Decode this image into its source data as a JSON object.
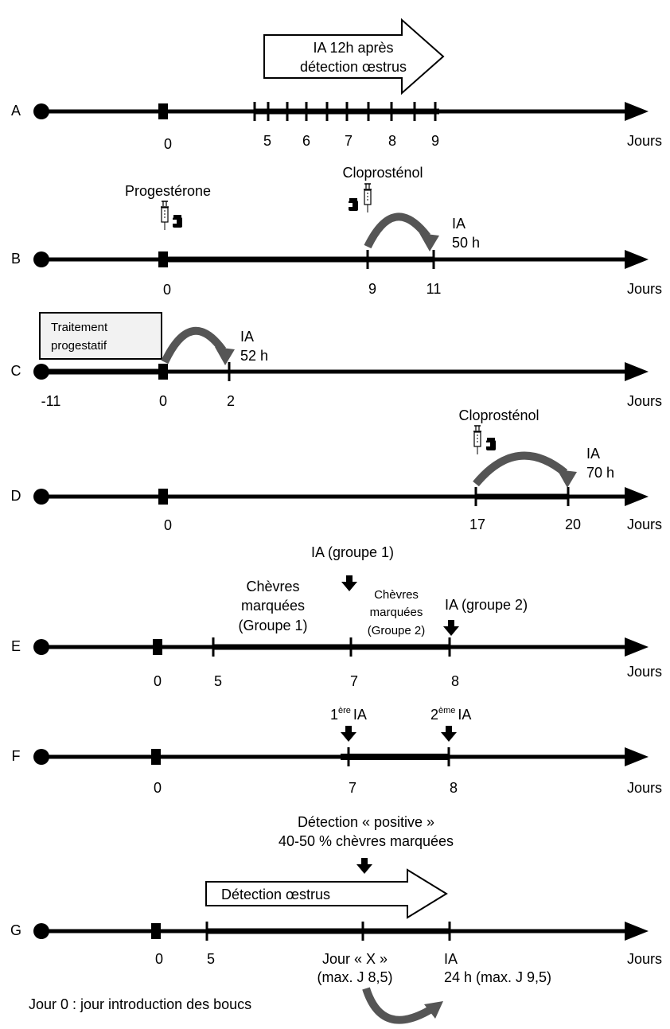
{
  "unit_label": "Jours",
  "footnote": "Jour 0 : jour introduction des boucs",
  "rows": {
    "A": {
      "letter": "A",
      "ticks": [
        "0",
        "5",
        "6",
        "7",
        "8",
        "9"
      ],
      "arrow_text": [
        "IA 12h après",
        "détection œstrus"
      ]
    },
    "B": {
      "letter": "B",
      "ticks": [
        "0",
        "9",
        "11"
      ],
      "labels": {
        "progesterone": "Progestérone",
        "cloprostenol": "Cloprosténol",
        "ia": "IA",
        "ia_time": "50 h"
      }
    },
    "C": {
      "letter": "C",
      "ticks": [
        "-11",
        "0",
        "2"
      ],
      "labels": {
        "box_line1": "Traitement",
        "box_line2": "progestatif",
        "ia": "IA",
        "ia_time": "52 h"
      }
    },
    "D": {
      "letter": "D",
      "ticks": [
        "0",
        "17",
        "20"
      ],
      "labels": {
        "cloprostenol": "Cloprosténol",
        "ia": "IA",
        "ia_time": "70 h"
      }
    },
    "E": {
      "letter": "E",
      "ticks": [
        "0",
        "5",
        "7",
        "8"
      ],
      "labels": {
        "ia_g1": "IA (groupe 1)",
        "marked_g1_l1": "Chèvres",
        "marked_g1_l2": "marquées",
        "marked_g1_l3": "(Groupe 1)",
        "marked_g2_l1": "Chèvres",
        "marked_g2_l2": "marquées",
        "marked_g2_l3": "(Groupe 2)",
        "ia_g2": "IA (groupe 2)"
      }
    },
    "F": {
      "letter": "F",
      "ticks": [
        "0",
        "7",
        "8"
      ],
      "labels": {
        "first_num": "1",
        "first_sup": "ère",
        "second_num": "2",
        "second_sup": "ème",
        "ia": "IA"
      }
    },
    "G": {
      "letter": "G",
      "ticks": [
        "0",
        "5"
      ],
      "labels": {
        "detect_l1": "Détection « positive »",
        "detect_l2": "40-50 % chèvres marquées",
        "arrow_text": "Détection œstrus",
        "dayx_l1": "Jour « X »",
        "dayx_l2": "(max. J 8,5)",
        "ia": "IA",
        "ia_time": "24 h (max. J 9,5)"
      }
    }
  }
}
